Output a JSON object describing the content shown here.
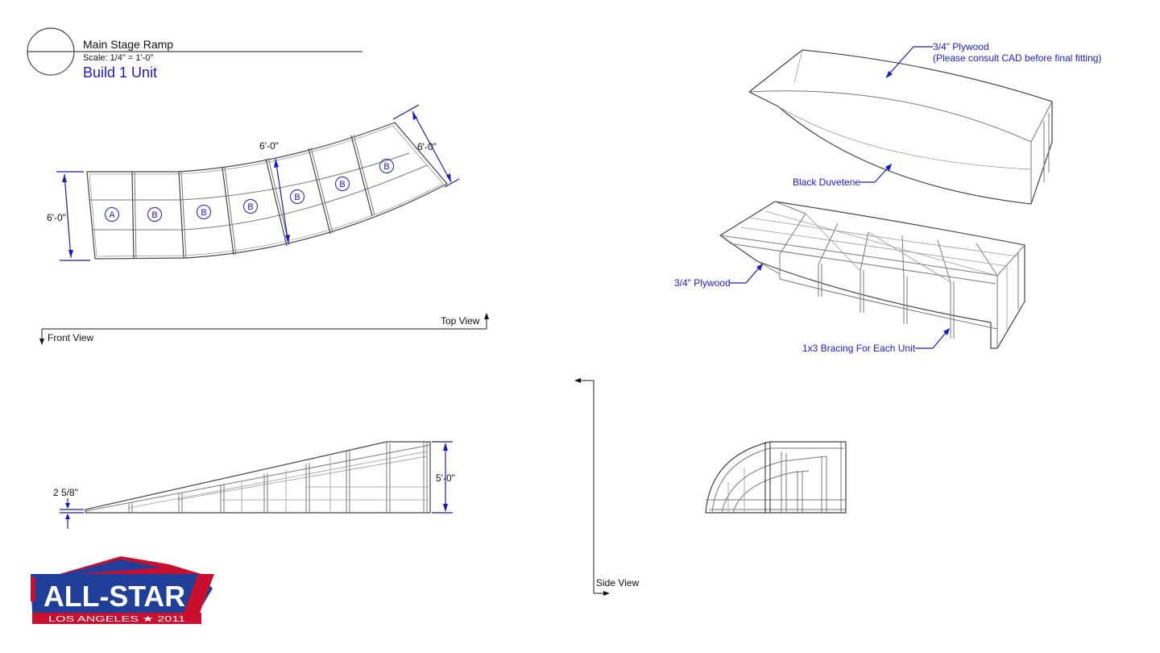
{
  "title_block": {
    "name": "Main Stage Ramp",
    "scale": "Scale: 1/4\" = 1'-0\"",
    "build": "Build 1 Unit"
  },
  "top_view": {
    "labels": [
      "A",
      "B",
      "B",
      "B",
      "B",
      "B",
      "B"
    ],
    "dim_left": "6'-0\"",
    "dim_mid": "6'-0\"",
    "dim_right": "6'-0\""
  },
  "view_markers": {
    "top_view": "Top View",
    "front_view": "Front View",
    "side_view": "Side View"
  },
  "front_view": {
    "height_dim": "5'-0\"",
    "toe_dim": "2 5/8\""
  },
  "iso_callouts": {
    "plywood_top": "3/4\" Plywood",
    "plywood_note": "(Please consult CAD before final fitting)",
    "duvetene": "Black Duvetene",
    "plywood_frame": "3/4\" Plywood",
    "bracing": "1x3 Bracing For Each Unit"
  },
  "logo": {
    "word": "ALL-STAR",
    "sub": "LOS ANGELES ★ 2011",
    "colors": {
      "blue": "#1f3f9a",
      "red": "#c8102e",
      "white": "#ffffff"
    }
  },
  "colors": {
    "annotation": "#1a1acc",
    "lines": "#777777"
  }
}
